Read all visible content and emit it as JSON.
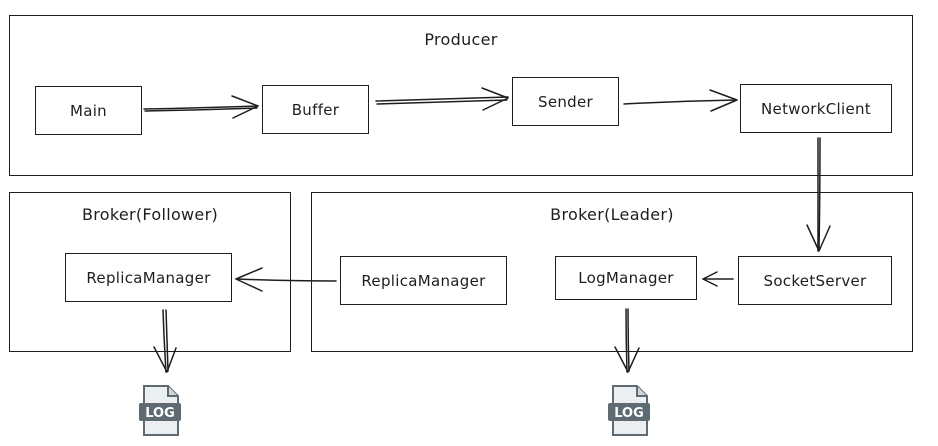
{
  "groups": {
    "producer": "Producer",
    "follower": "Broker(Follower)",
    "leader": "Broker(Leader)"
  },
  "nodes": {
    "main": "Main",
    "buffer": "Buffer",
    "sender": "Sender",
    "network_client": "NetworkClient",
    "socket_server": "SocketServer",
    "log_manager": "LogManager",
    "leader_replica_manager": "ReplicaManager",
    "follower_replica_manager": "ReplicaManager"
  },
  "icons": {
    "log_label": "LOG",
    "log_color": "#5f6b73"
  },
  "colors": {
    "stroke": "#1e1e1e",
    "background": "#ffffff"
  }
}
